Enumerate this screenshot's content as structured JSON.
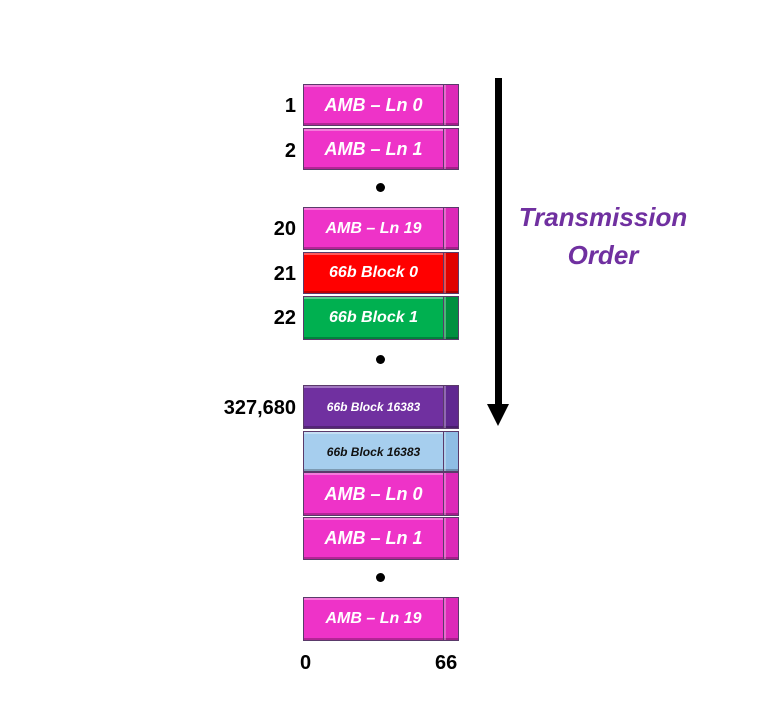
{
  "rows": [
    {
      "num": "1",
      "label": "AMB – Ln 0",
      "color": "#ee33c8",
      "cap": "#dd2ab8"
    },
    {
      "num": "2",
      "label": "AMB – Ln 1",
      "color": "#ee33c8",
      "cap": "#dd2ab8"
    },
    {
      "num": "20",
      "label": "AMB – Ln 19",
      "color": "#ee33c8",
      "cap": "#dd2ab8"
    },
    {
      "num": "21",
      "label": "66b Block 0",
      "color": "#ff0000",
      "cap": "#e00000"
    },
    {
      "num": "22",
      "label": "66b Block 1",
      "color": "#00b050",
      "cap": "#009040"
    },
    {
      "num": "327,680",
      "label": "66b Block 16383",
      "color": "#7030a0",
      "cap": "#602890"
    },
    {
      "num": "",
      "label": "66b Block 16383",
      "color": "#a6ceee",
      "cap": "#8fbde4"
    },
    {
      "num": "",
      "label": "AMB – Ln 0",
      "color": "#ee33c8",
      "cap": "#dd2ab8"
    },
    {
      "num": "",
      "label": "AMB – Ln 1",
      "color": "#ee33c8",
      "cap": "#dd2ab8"
    },
    {
      "num": "",
      "label": "AMB – Ln 19",
      "color": "#ee33c8",
      "cap": "#dd2ab8"
    }
  ],
  "axis": {
    "start": "0",
    "end": "66"
  },
  "transmission_label": {
    "line1": "Transmission",
    "line2": "Order"
  }
}
